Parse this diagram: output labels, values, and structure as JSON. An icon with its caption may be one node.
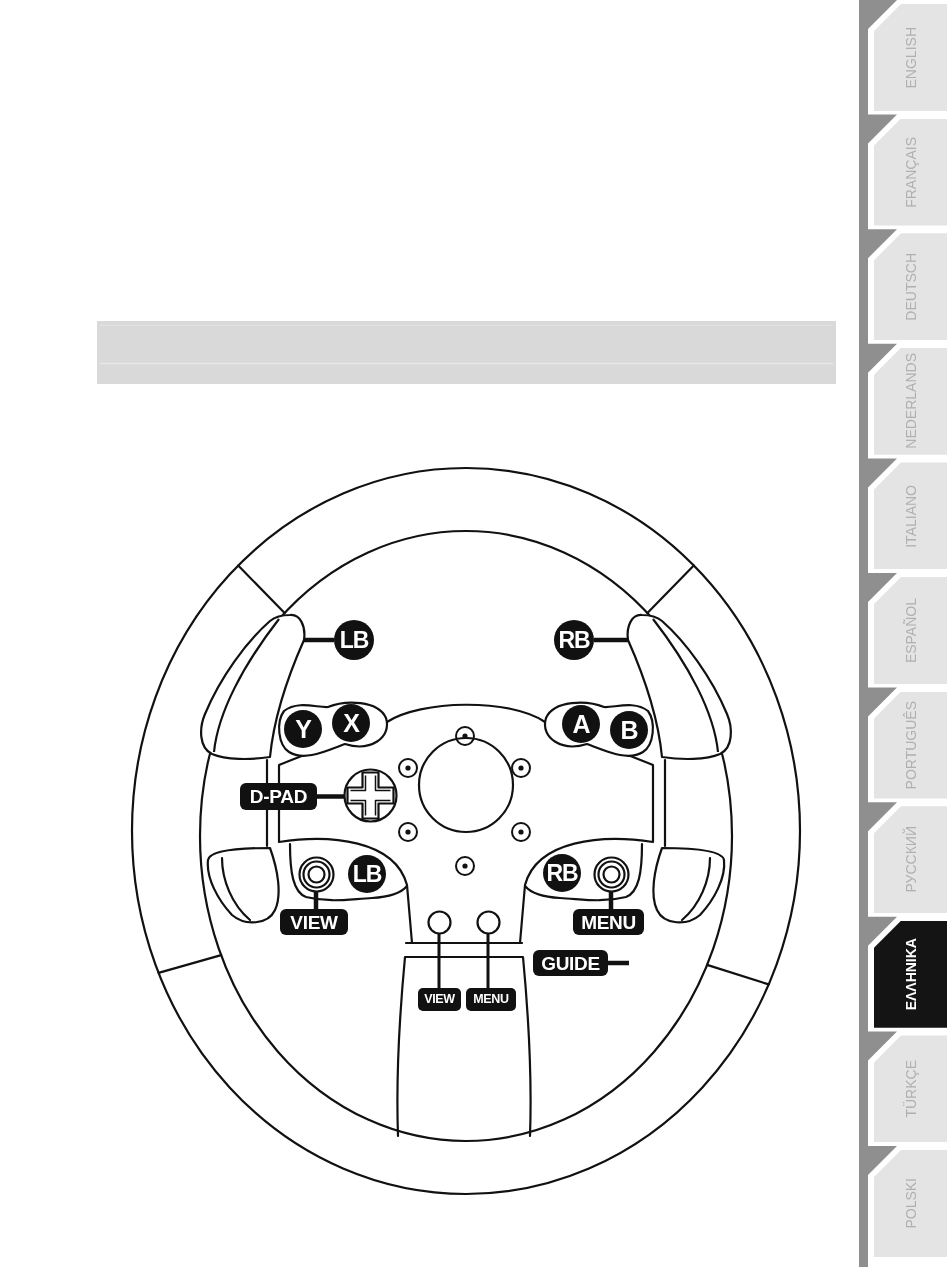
{
  "diagram": {
    "nodes": [
      {
        "text": [
          "LB"
        ]
      },
      {
        "text": [
          "RB"
        ]
      },
      {
        "text": [],
        "shape": "picture"
      },
      {
        "text": [],
        "shape": "picture"
      },
      {
        "text": [],
        "shape": "picture"
      },
      {
        "text": [
          "Y"
        ],
        "in": 4
      },
      {
        "text": [
          "X"
        ],
        "in": 4
      },
      {
        "text": [],
        "shape": "picture"
      },
      {
        "text": [
          "A"
        ],
        "in": 7
      },
      {
        "text": [
          "B"
        ],
        "in": 7
      },
      {
        "text": [
          "D-PAD"
        ]
      },
      {
        "text": [],
        "shape": "picture"
      },
      {
        "text": [],
        "shape": "circle"
      },
      {
        "text": [
          "LB"
        ]
      },
      {
        "text": [
          "RB"
        ]
      },
      {
        "text": [],
        "shape": "circle"
      },
      {
        "text": [
          "VIEW"
        ]
      },
      {
        "text": [
          "MENU"
        ]
      },
      {
        "text": [],
        "shape": "circle"
      },
      {
        "text": [],
        "shape": "circle"
      },
      {
        "text": [
          "GUIDE"
        ]
      },
      {
        "text": [
          "VIEW"
        ]
      },
      {
        "text": [
          "MENU"
        ]
      },
      {
        "text": [
          "ENGLISH"
        ]
      },
      {
        "text": [
          "FRANÇAIS"
        ]
      },
      {
        "text": [
          "DEUTSCH"
        ]
      },
      {
        "text": [
          "NEDERLANDS"
        ]
      },
      {
        "text": [
          "ITALIANO"
        ]
      },
      {
        "text": [
          "ESPAÑOL"
        ]
      },
      {
        "text": [
          "PORTUGUÊS"
        ]
      },
      {
        "text": [
          "РУССКИЙ"
        ]
      },
      {
        "text": [
          "ΕΛΛΗΝΙΚΑ"
        ]
      },
      {
        "text": [
          "TÜRKÇE"
        ]
      },
      {
        "text": [
          "POLSKI"
        ]
      }
    ],
    "edges": [
      {
        "from": 0,
        "to": 2,
        "arrow": "none"
      },
      {
        "from": 1,
        "to": 3,
        "arrow": "none"
      },
      {
        "from": 10,
        "to": 11,
        "arrow": "none"
      },
      {
        "from": 16,
        "to": 12,
        "arrow": "none"
      },
      {
        "from": 17,
        "to": 15,
        "arrow": "none"
      },
      {
        "from": 20,
        "to": null,
        "arrow": "none"
      },
      {
        "from": 21,
        "to": 18,
        "arrow": "none"
      },
      {
        "from": 22,
        "to": 19,
        "arrow": "none"
      }
    ]
  }
}
